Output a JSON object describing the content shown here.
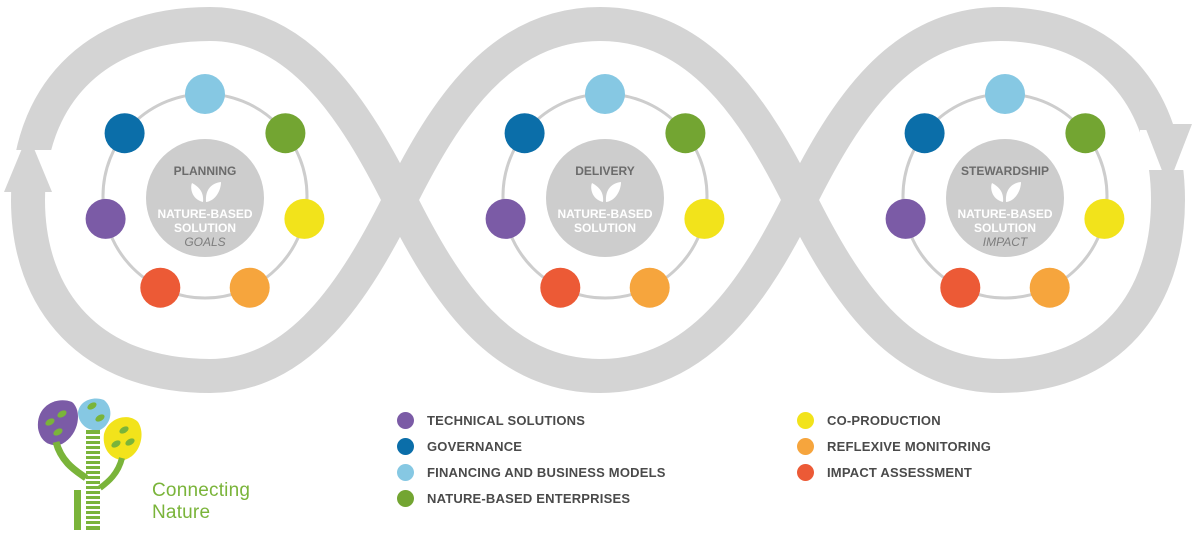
{
  "colors": {
    "loop": "#d4d4d4",
    "center": "#cdcdcd",
    "center_text": "#ffffff",
    "stage_title": "#6b6b6b",
    "subtitle": "#7d7d7d",
    "legend_text": "#4a4a4a",
    "logo_green": "#7ab43a"
  },
  "stages": [
    {
      "title": "PLANNING",
      "line1": "NATURE-BASED",
      "line2": "SOLUTION",
      "sub": "GOALS",
      "icon": "leaf-icon"
    },
    {
      "title": "DELIVERY",
      "line1": "NATURE-BASED",
      "line2": "SOLUTION",
      "sub": "",
      "icon": "leaf-icon"
    },
    {
      "title": "STEWARDSHIP",
      "line1": "NATURE-BASED",
      "line2": "SOLUTION",
      "sub": "IMPACT",
      "icon": "leaf-icon"
    }
  ],
  "legend": [
    {
      "key": "technical-solutions",
      "label": "TECHNICAL SOLUTIONS",
      "color": "#7b5ba6"
    },
    {
      "key": "governance",
      "label": "GOVERNANCE",
      "color": "#0b6ea9"
    },
    {
      "key": "financing",
      "label": "FINANCING AND BUSINESS MODELS",
      "color": "#86c8e3"
    },
    {
      "key": "nature-based-enterprises",
      "label": "NATURE-BASED ENTERPRISES",
      "color": "#73a532"
    },
    {
      "key": "co-production",
      "label": "CO-PRODUCTION",
      "color": "#f2e31b"
    },
    {
      "key": "reflexive-monitoring",
      "label": "REFLEXIVE MONITORING",
      "color": "#f6a53d"
    },
    {
      "key": "impact-assessment",
      "label": "IMPACT ASSESSMENT",
      "color": "#ec5a36"
    }
  ],
  "logo": {
    "line1": "Connecting",
    "line2": "Nature",
    "icon": "tree-icon"
  }
}
